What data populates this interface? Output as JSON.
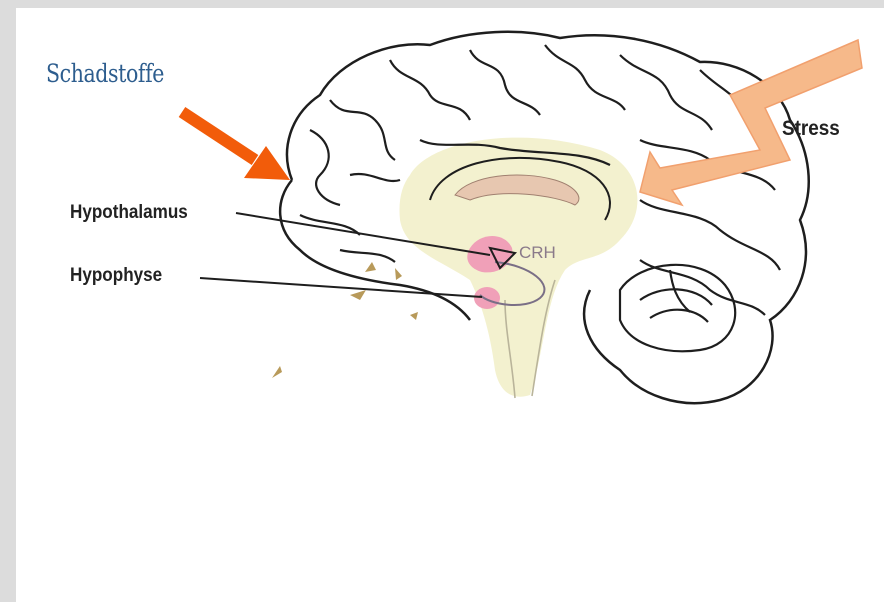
{
  "labels": {
    "pollutants": "Schadstoffe",
    "hypothalamus": "Hypothalamus",
    "pituitary": "Hypophyse",
    "crh": "CRH",
    "stress": "Stress"
  },
  "colors": {
    "frame": "#dcdcdc",
    "panel": "#ffffff",
    "pollutant_arrow": "#f25c0a",
    "stress_bolt": "#f6b98a",
    "brainstem_fill": "#f3f1cf",
    "gland_pink": "#f0a0b8",
    "outline": "#1e1e1e",
    "pollutant_text": "#2d5d8e"
  },
  "icons": {
    "pollutant_arrow": "arrow-down-right-icon",
    "stress_bolt": "lightning-bolt-icon"
  }
}
